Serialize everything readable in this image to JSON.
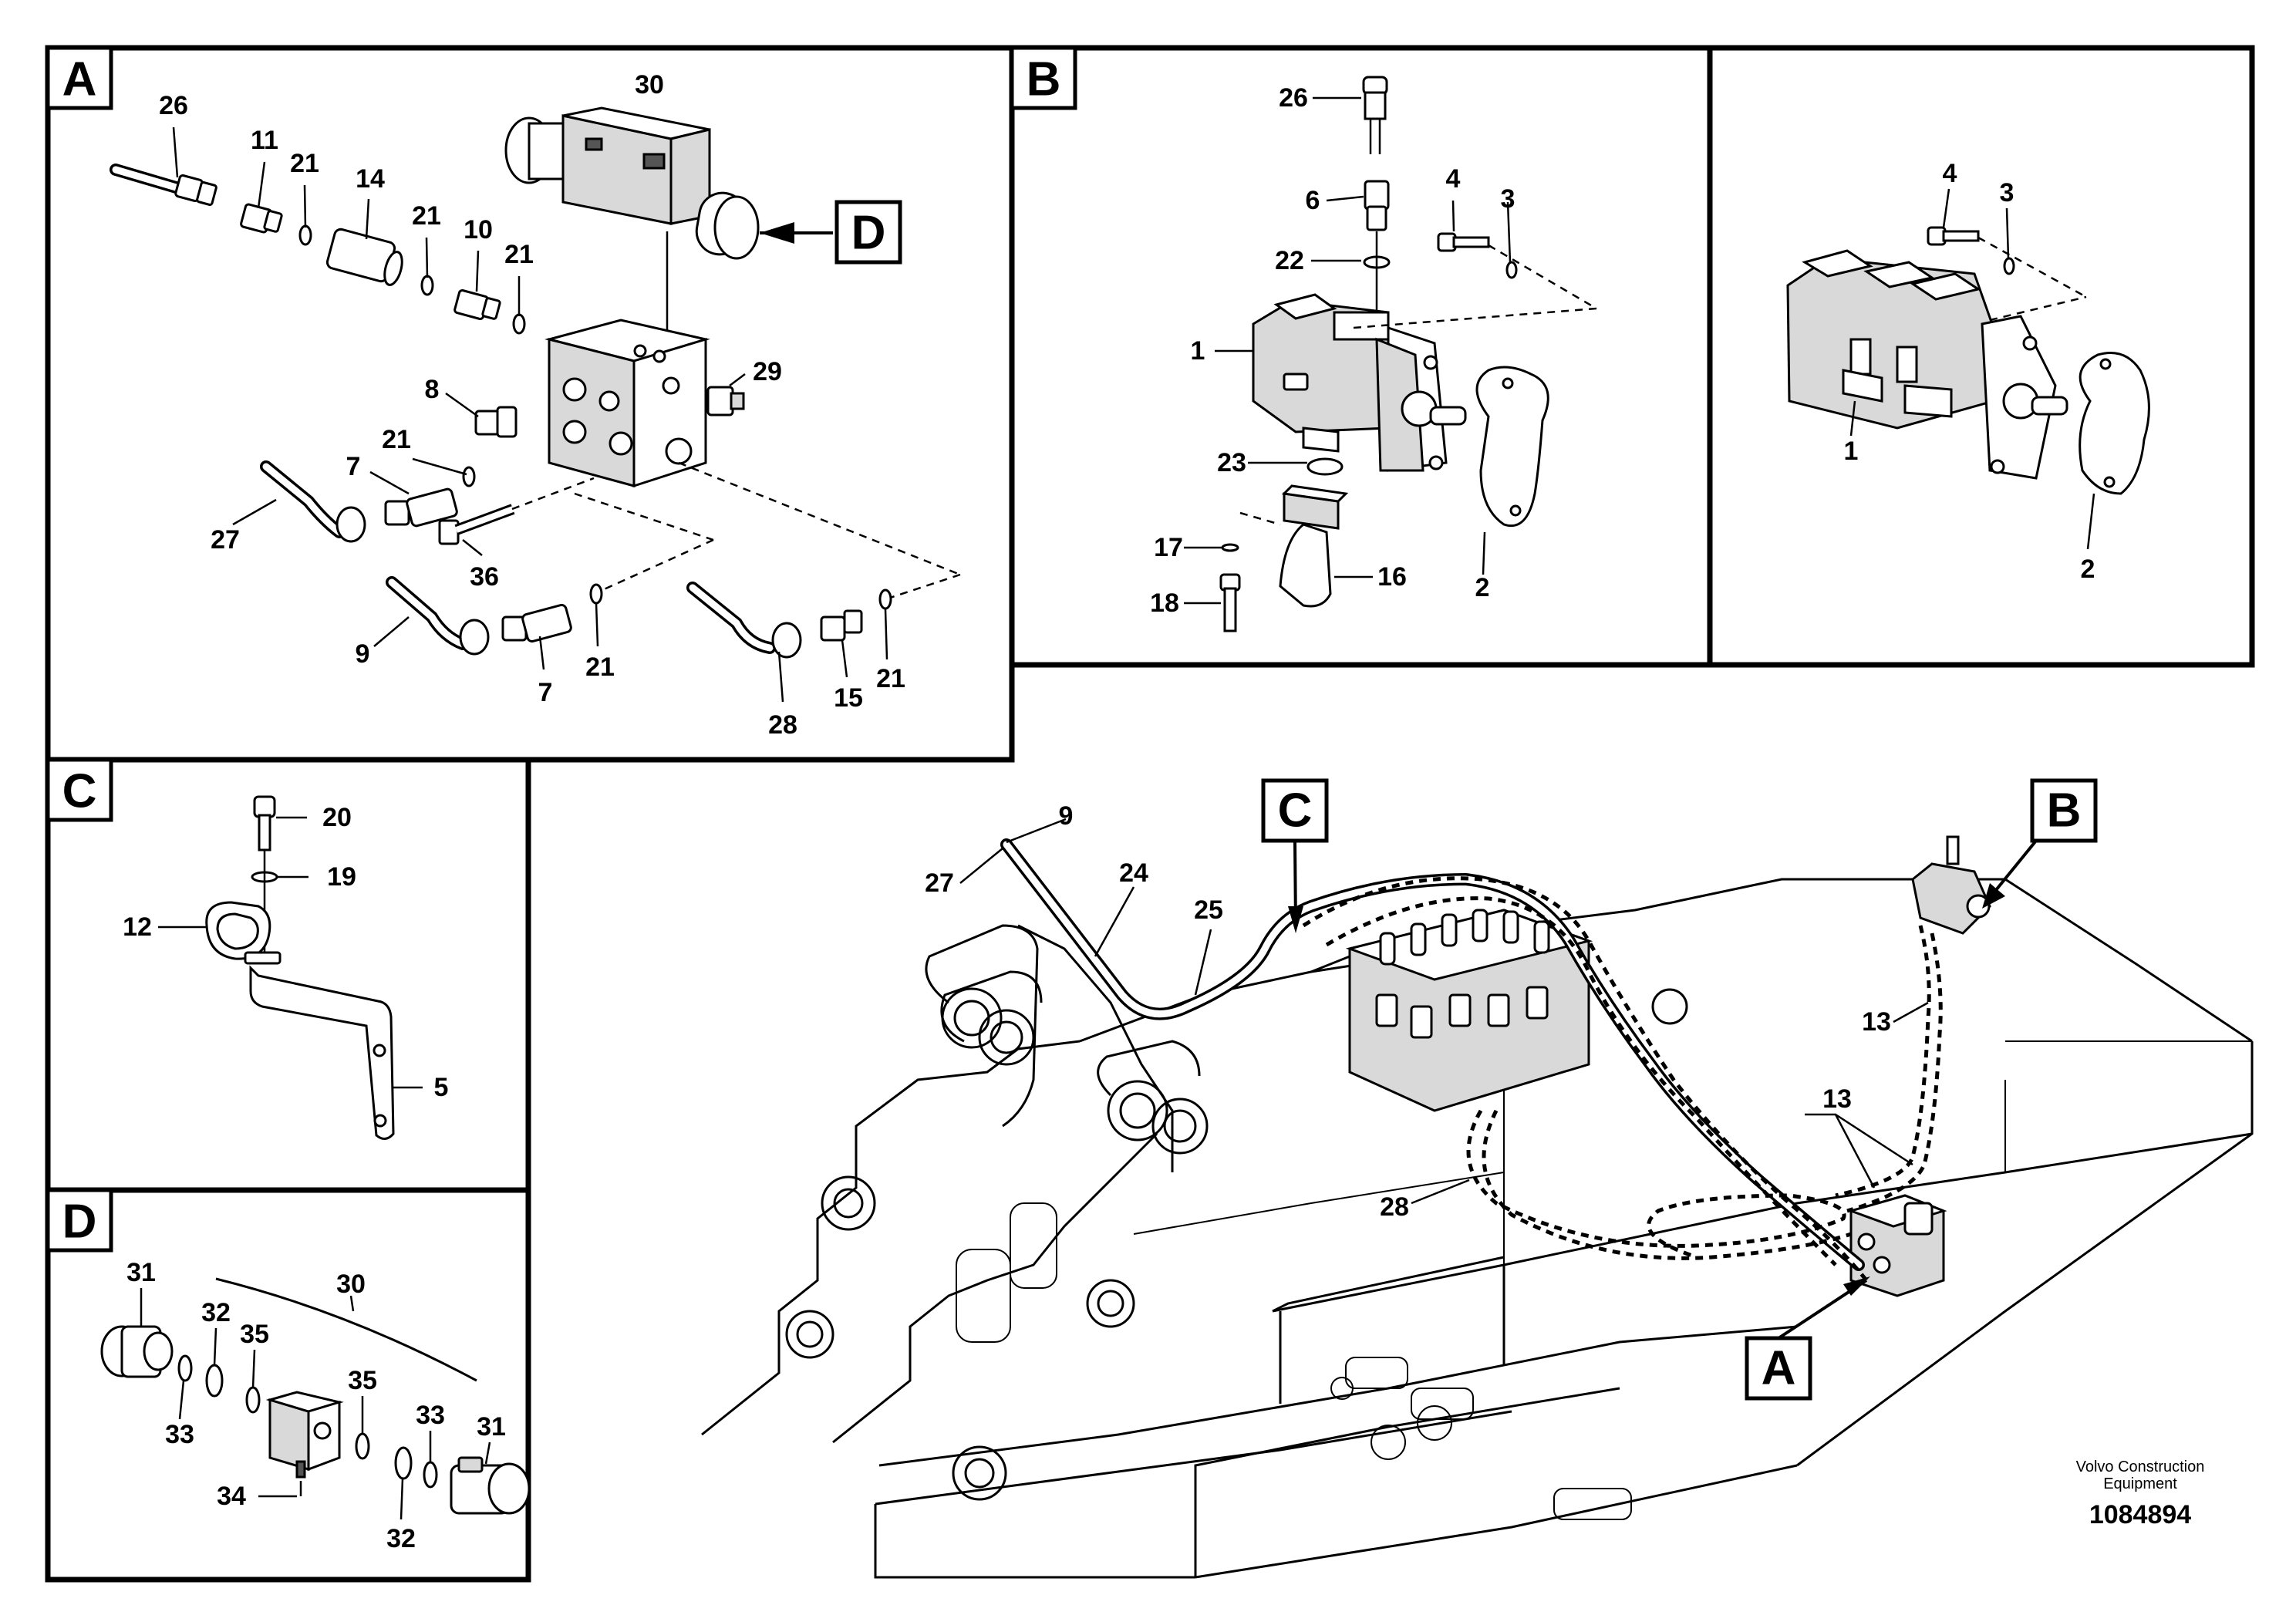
{
  "panels": {
    "A": {
      "tag": "A",
      "labels": [
        "26",
        "11",
        "21",
        "14",
        "21",
        "10",
        "21",
        "30",
        "D",
        "29",
        "8",
        "21",
        "7",
        "27",
        "36",
        "9",
        "7",
        "21",
        "28",
        "15",
        "21"
      ]
    },
    "B": {
      "tag": "B",
      "labels": [
        "26",
        "6",
        "4",
        "3",
        "22",
        "1",
        "23",
        "17",
        "16",
        "18",
        "2"
      ]
    },
    "B2": {
      "labels": [
        "4",
        "3",
        "1",
        "2"
      ]
    },
    "C": {
      "tag": "C",
      "labels": [
        "20",
        "19",
        "12",
        "5"
      ]
    },
    "D": {
      "tag": "D",
      "labels": [
        "31",
        "30",
        "32",
        "35",
        "33",
        "35",
        "33",
        "31",
        "34",
        "32"
      ]
    },
    "main": {
      "labels": [
        "9",
        "27",
        "24",
        "25",
        "C",
        "B",
        "13",
        "13",
        "28",
        "A"
      ]
    }
  },
  "footer": {
    "brand_line1": "Volvo Construction",
    "brand_line2": "Equipment",
    "doc_number": "1084894"
  },
  "icons": [
    "solenoid-valve-icon",
    "valve-block-icon",
    "hydraulic-pump-icon",
    "gasket-icon",
    "bracket-icon",
    "clamp-icon",
    "hose-fitting-icon",
    "excavator-frame-icon"
  ]
}
